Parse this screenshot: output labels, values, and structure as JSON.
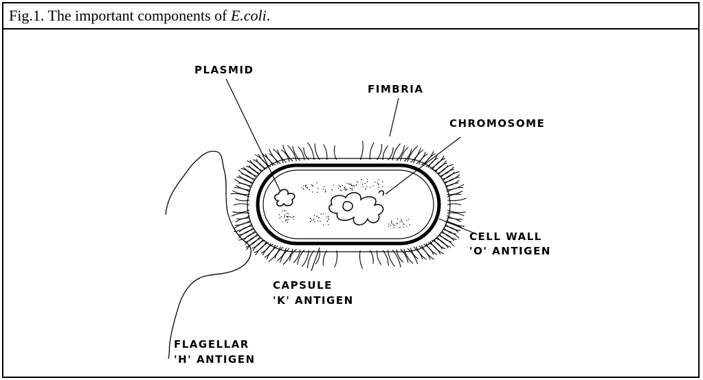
{
  "caption": {
    "prefix": "Fig.1. The important components of ",
    "organism": "E.coli",
    "suffix": "."
  },
  "labels": {
    "plasmid": "PLASMID",
    "fimbria": "FIMBRIA",
    "chromosome": "CHROMOSOME",
    "cell_wall_line1": "CELL WALL",
    "cell_wall_line2": "'O' ANTIGEN",
    "capsule_line1": "CAPSULE",
    "capsule_line2": "'K' ANTIGEN",
    "flagellar_line1": "FLAGELLAR",
    "flagellar_line2": "'H' ANTIGEN"
  }
}
